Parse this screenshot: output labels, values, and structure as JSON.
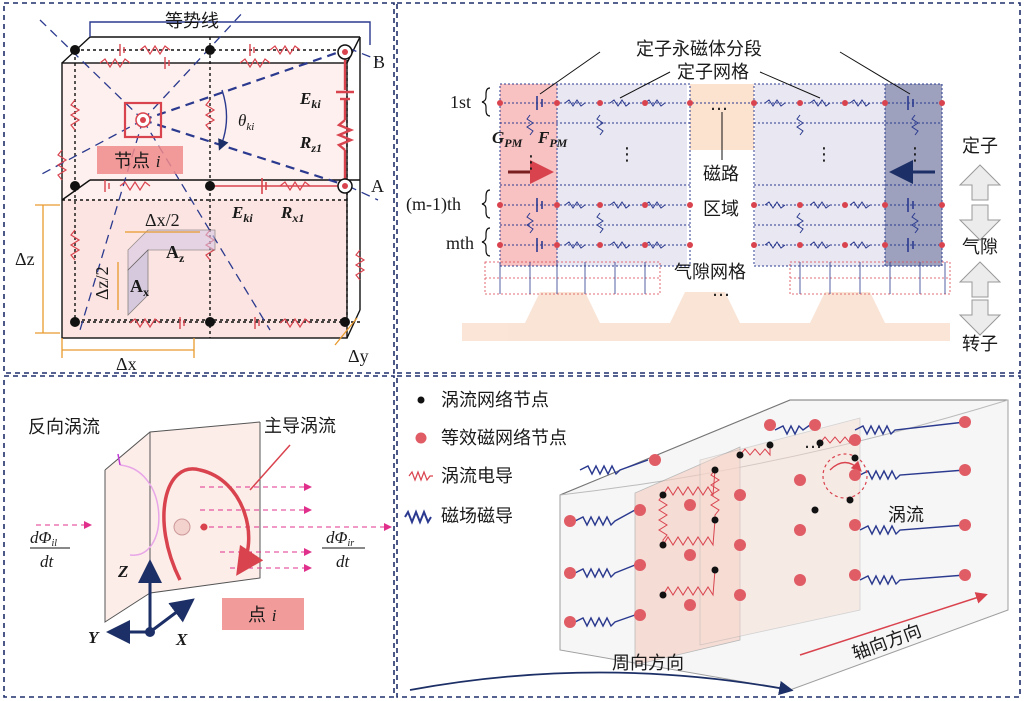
{
  "panel1": {
    "equipotential": "等势线",
    "point_B": "B",
    "point_A": "A",
    "node_label": "节点",
    "node_i": "i",
    "theta": "θ",
    "theta_sub": "ki",
    "E_ki_top": "E",
    "E_ki_top_sub": "ki",
    "R_z1": "R",
    "R_z1_sub": "z1",
    "E_ki_mid": "E",
    "E_ki_mid_sub": "ki",
    "R_x1": "R",
    "R_x1_sub": "x1",
    "half_dx": "Δx/2",
    "half_dz": "Δz/2",
    "Az": "A",
    "Az_sub": "z",
    "Ax": "A",
    "Ax_sub": "x",
    "dz": "Δz",
    "dx": "Δx",
    "dy": "Δy"
  },
  "panel2": {
    "stator_pm_segment": "定子永磁体分段",
    "stator_grid": "定子网格",
    "row_1st": "1st",
    "row_m1": "(m-1)th",
    "row_m": "mth",
    "G_PM": "G",
    "G_PM_sub": "PM",
    "F_PM": "F",
    "F_PM_sub": "PM",
    "magnetic_region_1": "磁路",
    "magnetic_region_2": "区域",
    "airgap_grid": "气隙网格",
    "stator": "定子",
    "airgap": "气隙",
    "rotor": "转子",
    "ellipsis": "…",
    "vdots": "⋮"
  },
  "panel3": {
    "reverse_eddy": "反向涡流",
    "main_eddy": "主导涡流",
    "dphi_il_num": "dΦ",
    "dphi_il_sub": "il",
    "dphi_ir_num": "dΦ",
    "dphi_ir_sub": "ir",
    "dt": "dt",
    "axis_Z": "Z",
    "axis_Y": "Y",
    "axis_X": "X",
    "point_label": "点",
    "point_i": "i"
  },
  "panel4": {
    "legend": [
      {
        "symbol": "black-dot",
        "label": "涡流网络节点"
      },
      {
        "symbol": "red-dot",
        "label": "等效磁网络节点"
      },
      {
        "symbol": "red-zigzag",
        "label": "涡流电导"
      },
      {
        "symbol": "blue-zigzag",
        "label": "磁场磁导"
      }
    ],
    "eddy": "涡流",
    "axial": "轴向方向",
    "circumferential": "周向方向",
    "ellipsis": "…"
  },
  "colors": {
    "red": "#d9434e",
    "blue": "#2b3a8f",
    "pink": "#f7c6c6",
    "dash": "#1f2f6b"
  }
}
